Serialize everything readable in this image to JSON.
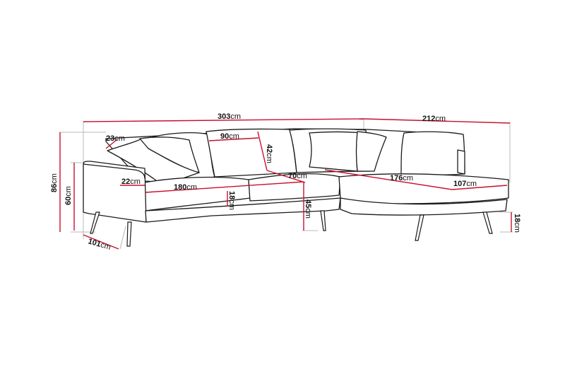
{
  "colors": {
    "dimension_line": "#c8102e",
    "outline": "#1a1a1a",
    "guide": "#b8b8b8",
    "background": "#ffffff"
  },
  "dimensions": {
    "total_width": {
      "value": "303",
      "unit": "cm"
    },
    "chaise_width": {
      "value": "212",
      "unit": "cm"
    },
    "back_cushion_depth": {
      "value": "23",
      "unit": "cm"
    },
    "back_cushion_width": {
      "value": "90",
      "unit": "cm"
    },
    "back_height": {
      "value": "42",
      "unit": "cm"
    },
    "total_height": {
      "value": "86",
      "unit": "cm"
    },
    "arm_height": {
      "value": "60",
      "unit": "cm"
    },
    "arm_width": {
      "value": "22",
      "unit": "cm"
    },
    "seat_width": {
      "value": "180",
      "unit": "cm"
    },
    "seat_cushion_height": {
      "value": "18",
      "unit": "cm"
    },
    "seat_depth": {
      "value": "70",
      "unit": "cm"
    },
    "seat_height": {
      "value": "45",
      "unit": "cm"
    },
    "chaise_length": {
      "value": "176",
      "unit": "cm"
    },
    "chaise_depth": {
      "value": "107",
      "unit": "cm"
    },
    "leg_height": {
      "value": "18",
      "unit": "cm"
    },
    "total_depth": {
      "value": "101",
      "unit": "cm"
    }
  }
}
